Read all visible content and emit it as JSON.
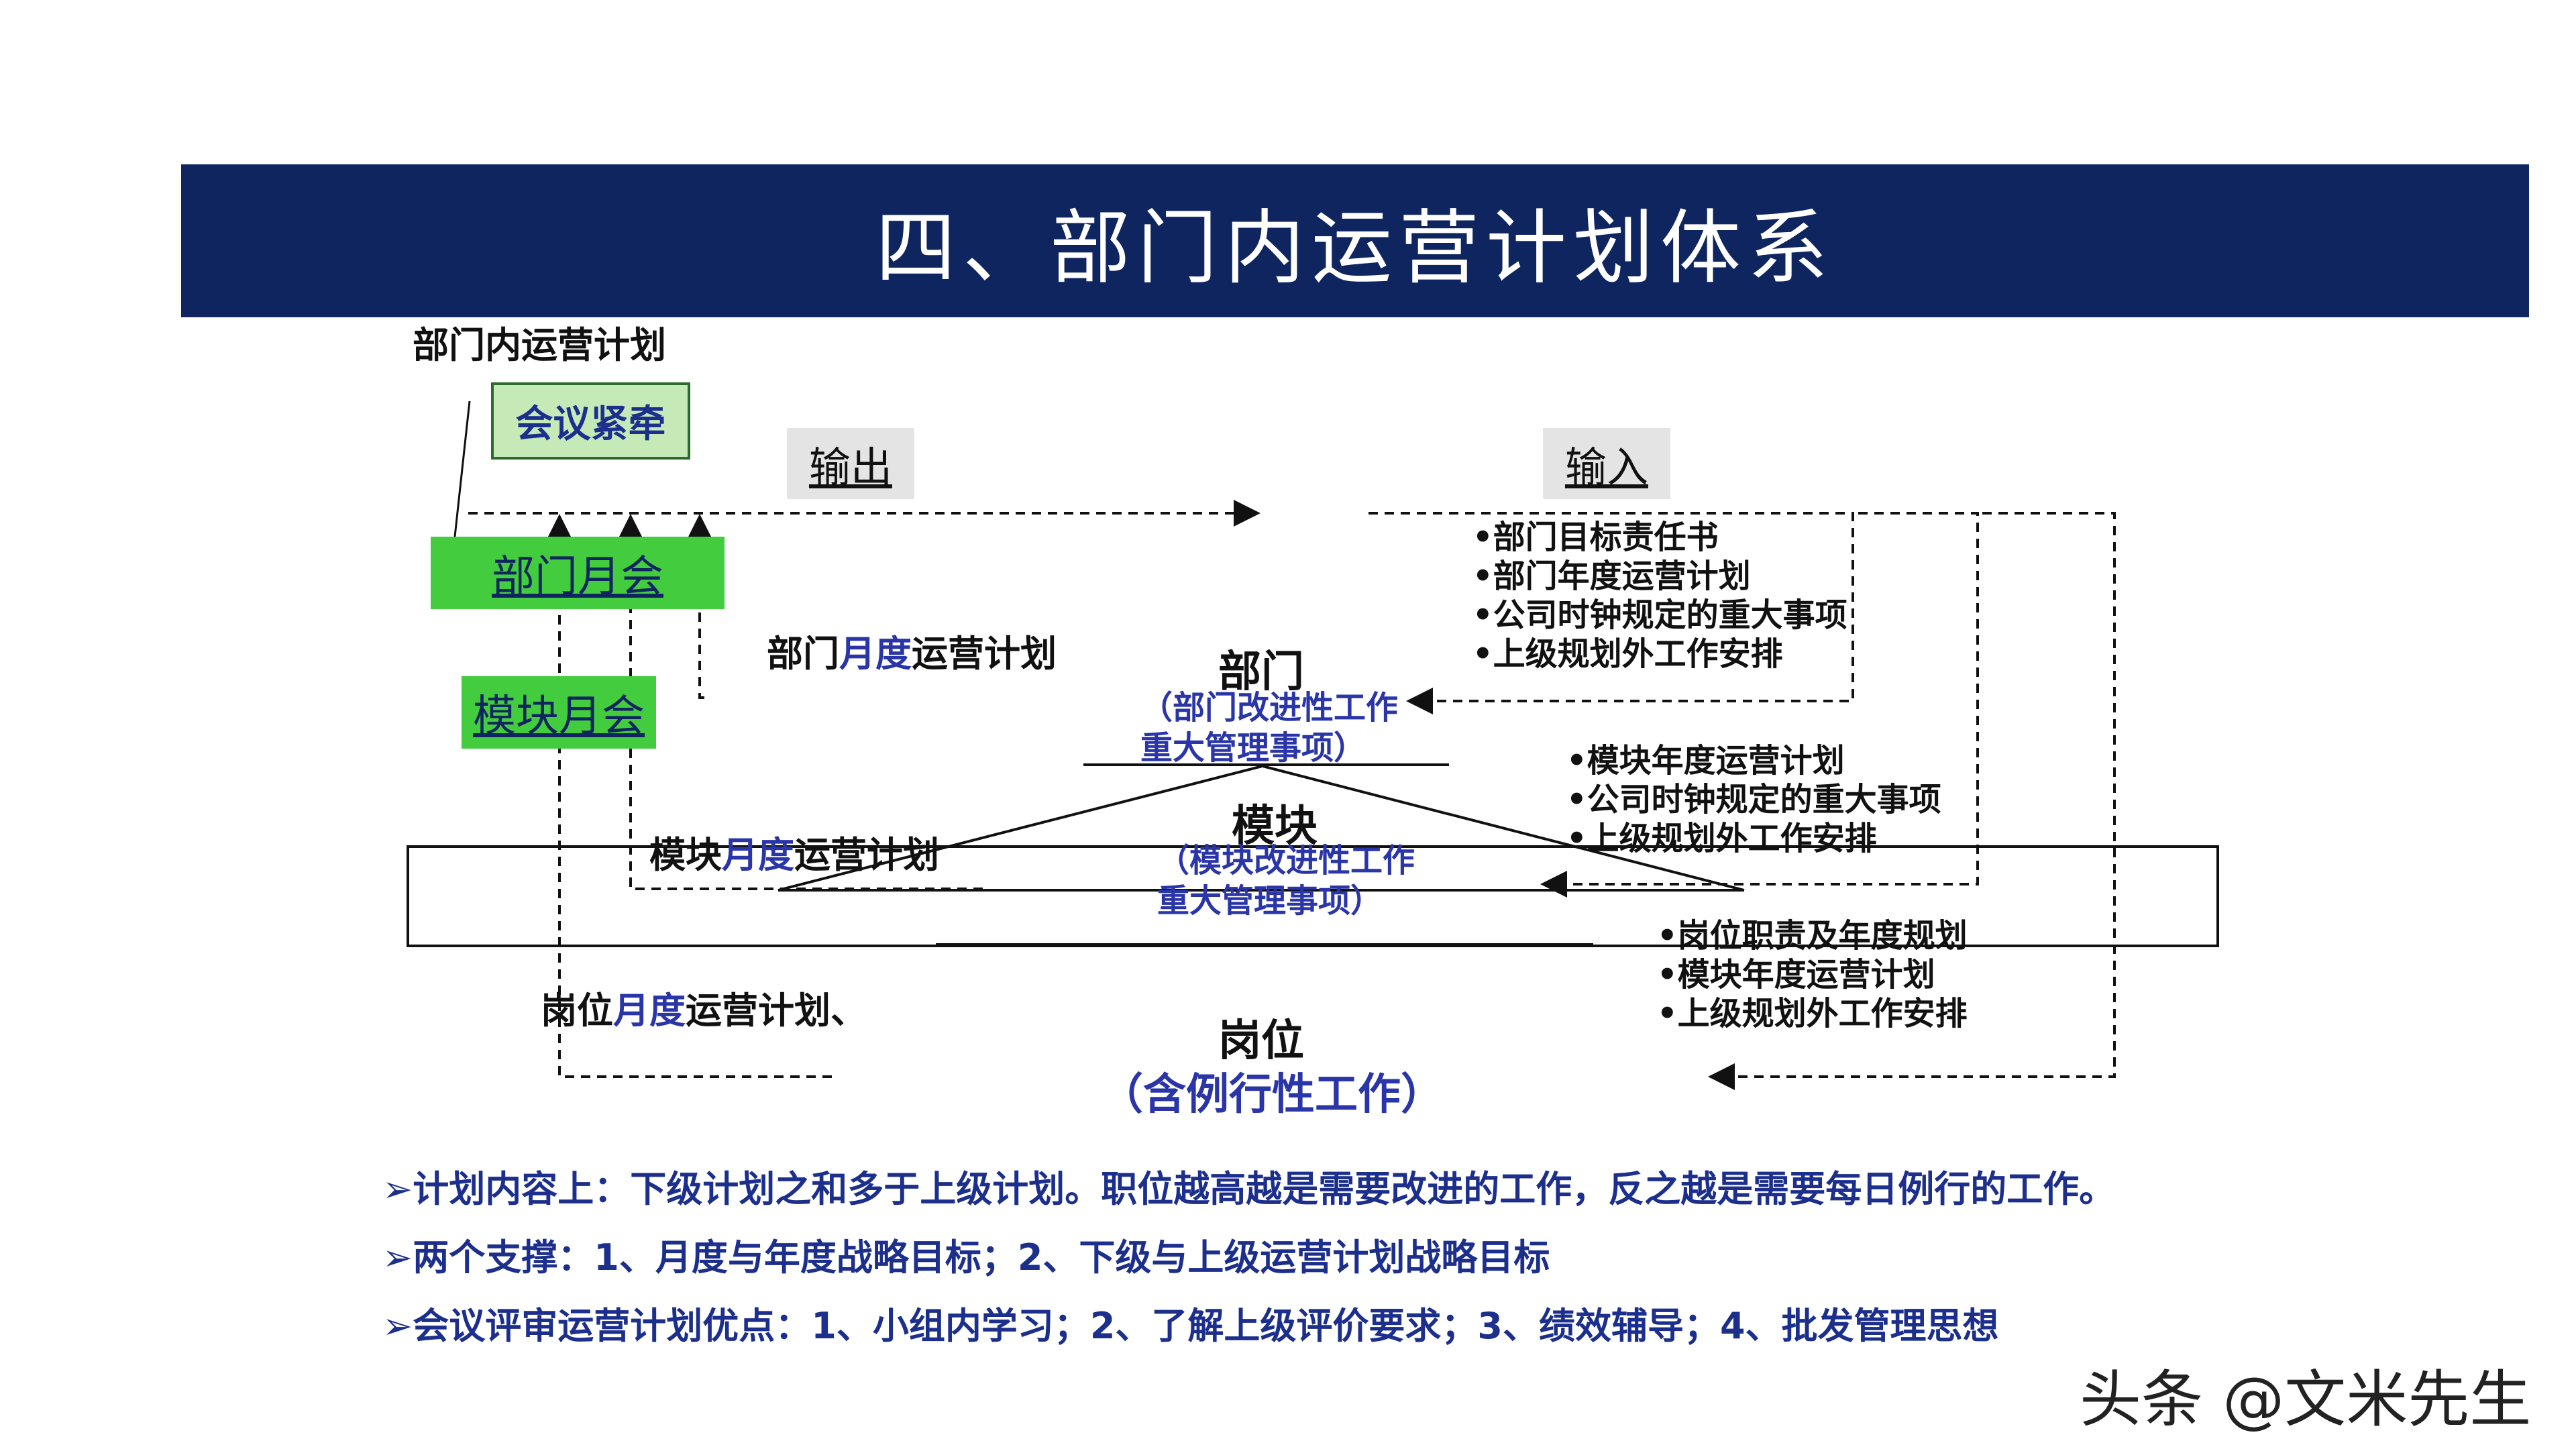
{
  "header": {
    "title": "四、部门内运营计划体系"
  },
  "diagram": {
    "section_label": "部门内运营计划",
    "meeting_link_label": "会议紧牵",
    "output_label": "输出",
    "input_label": "输入",
    "dept_monthly_meeting": "部门月会",
    "module_monthly_meeting": "模块月会",
    "dept_plan": {
      "prefix": "部门",
      "highlight": "月度",
      "suffix": "运营计划"
    },
    "module_plan": {
      "prefix": "模块",
      "highlight": "月度",
      "suffix": "运营计划"
    },
    "position_plan": {
      "prefix": "岗位",
      "highlight": "月度",
      "suffix": "运营计划、"
    },
    "nodes": {
      "dept": {
        "title": "部门",
        "sub1": "（部门改进性工作",
        "sub2": "重大管理事项）"
      },
      "module": {
        "title": "模块",
        "sub1": "（模块改进性工作",
        "sub2": "重大管理事项）"
      },
      "position": {
        "title": "岗位",
        "sub1": "（含例行性工作）"
      }
    },
    "dept_inputs": [
      "•部门目标责任书",
      "•部门年度运营计划",
      "•公司时钟规定的重大事项",
      "•上级规划外工作安排"
    ],
    "module_inputs": [
      "•模块年度运营计划",
      "•公司时钟规定的重大事项",
      "•上级规划外工作安排"
    ],
    "position_inputs": [
      "•岗位职责及年度规划",
      "•模块年度运营计划",
      "•上级规划外工作安排"
    ]
  },
  "notes": [
    "➢计划内容上：下级计划之和多于上级计划。职位越高越是需要改进的工作，反之越是需要每日例行的工作。",
    "➢两个支撑：1、月度与年度战略目标；2、下级与上级运营计划战略目标",
    "➢会议评审运营计划优点：1、小组内学习；2、了解上级评价要求；3、绩效辅导；4、批发管理思想"
  ],
  "watermark": "头条 @文米先生",
  "colors": {
    "banner": "#0f2560",
    "green": "#43cc3e",
    "pale_green": "#c5eab8",
    "accent_blue": "#2a35a8"
  }
}
